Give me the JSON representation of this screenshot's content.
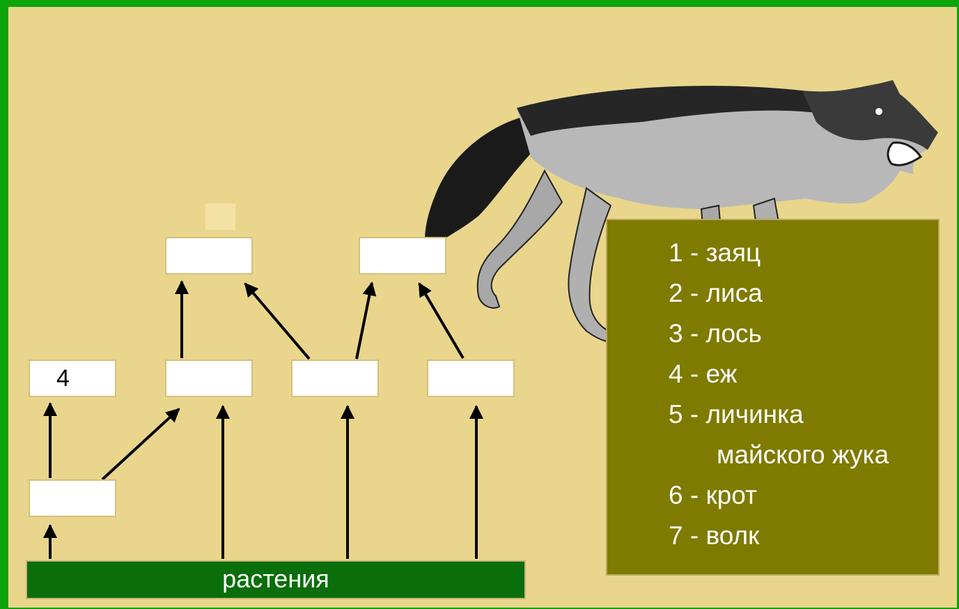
{
  "food_web": {
    "known_box_label": "4",
    "base_label": "растения"
  },
  "legend": {
    "items": [
      "1 - заяц",
      "2 - лиса",
      "3 - лось",
      "4 - еж",
      "5 - личинка",
      "майского жука",
      "6 - крот",
      "7 - волк"
    ]
  },
  "colors": {
    "frame": "#0ba40b",
    "background": "#e9d68c",
    "legend_bg": "#7f7a00",
    "base_bg": "#0a6e0a",
    "box": "#ffffff"
  },
  "icons": {
    "wolf": "wolf-illustration"
  }
}
